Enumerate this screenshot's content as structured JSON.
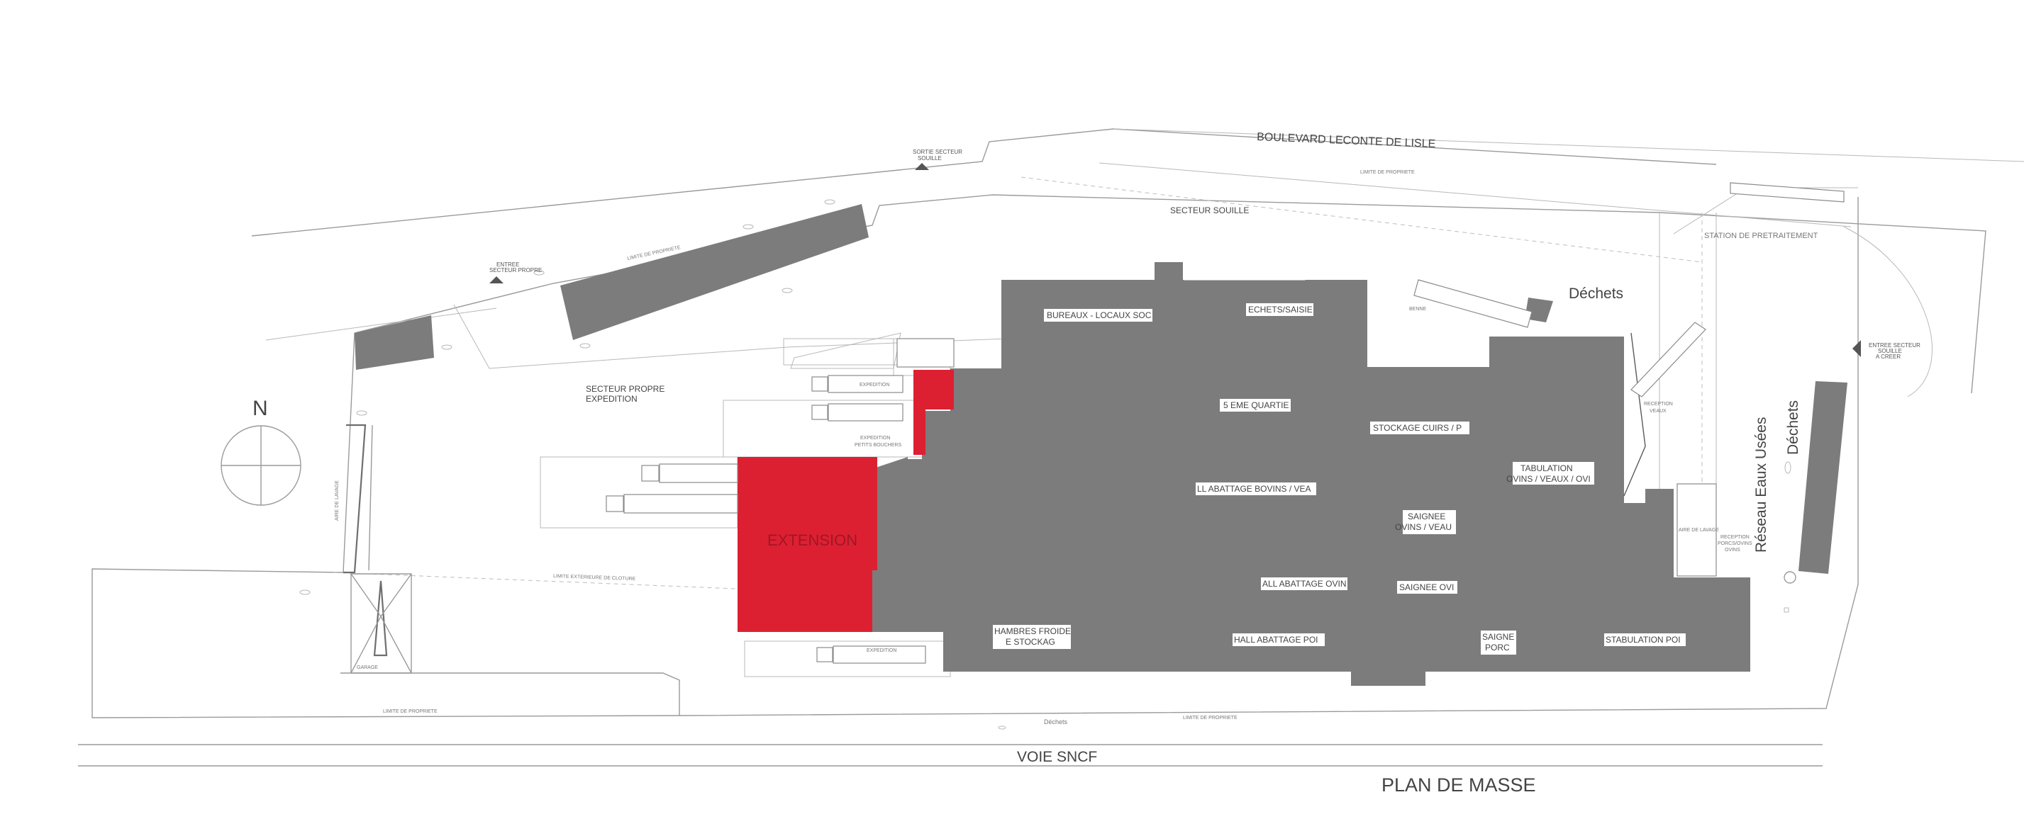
{
  "north_label": "N",
  "street_label": "BOULEVARD  LECONTE  DE LISLE",
  "railway_label": "VOIE SNCF",
  "drawing_title": "PLAN DE MASSE",
  "colors": {
    "building": "#7c7c7c",
    "extension": "#dc2032",
    "linework": "#9a9a9a",
    "background": "#ffffff"
  },
  "zones": {
    "secteur_souille": "SECTEUR SOUILLE",
    "secteur_propre_line1": "SECTEUR PROPRE",
    "secteur_propre_line2": "EXPEDITION",
    "station_pretraitement": "STATION DE PRETRAITEMENT",
    "dechets_top": "Déchets",
    "dechets_side": "Déchets",
    "dechets_bottom": "Déchets",
    "reseau_eaux_usees": "Réseau Eaux Usées"
  },
  "gates": {
    "sortie_line1": "SORTIE SECTEUR",
    "sortie_line2": "SOUILLE",
    "entree_propre_line1": "ENTREE",
    "entree_propre_line2": "SECTEUR PROPRE",
    "entree_souille_line1": "ENTREE SECTEUR",
    "entree_souille_line2": "SOUILLE",
    "entree_souille_line3": "A CREER"
  },
  "building_rooms": {
    "bureaux": "BUREAUX - LOCAUX SOC",
    "dechets_saisie": "ECHETS/SAISIE",
    "cinq_eme_quartier": "5 EME QUARTIE",
    "stockage_cuirs": "STOCKAGE CUIRS / P",
    "stabulation_ovins_line1": "TABULATION",
    "stabulation_ovins_line2": "OVINS / VEAUX / OVI",
    "hall_bovins": "LL ABATTAGE BOVINS / VEA",
    "saignee_ovins_line1": "SAIGNEE",
    "saignee_ovins_line2": "OVINS / VEAU",
    "hall_ovin": "ALL ABATTAGE OVIN",
    "saignee_ovi": "SAIGNEE OVI",
    "chambres_line1": "HAMBRES FROIDE",
    "chambres_line2": "E STOCKAG",
    "hall_porc": "HALL ABATTAGE POI",
    "saignee_porc_line1": "SAIGNE",
    "saignee_porc_line2": "PORC",
    "stabulation_porc": "STABULATION POI",
    "extension": "EXTENSION"
  },
  "small_annotations": {
    "expedition_1": "EXPEDITION",
    "expedition_2_line1": "EXPEDITION",
    "expedition_2_line2": "PETITS BOUCHERS",
    "expedition_3": "EXPEDITION",
    "reception_line1": "RECEPTION",
    "reception_line2": "VEAUX",
    "aire_lavage": "AIRE DE LAVAGE",
    "reception_porcs_line1": "RECEPTION",
    "reception_porcs_line2": "PORCS/OVINS",
    "reception_porcs_line3": "OVINS",
    "limite_1": "LIMITE DE PROPRIETE",
    "limite_2": "LIMITE DE PROPRIETE",
    "limite_3": "LIMITE DE PROPRIETE",
    "limite_4": "LIMITE DE PROPRIETE",
    "aire_lavage_left": "AIRE DE LAVAGE",
    "cloture": "LIMITE EXTERIEURE DE CLOTURE",
    "garage": "GARAGE",
    "benne": "BENNE"
  }
}
